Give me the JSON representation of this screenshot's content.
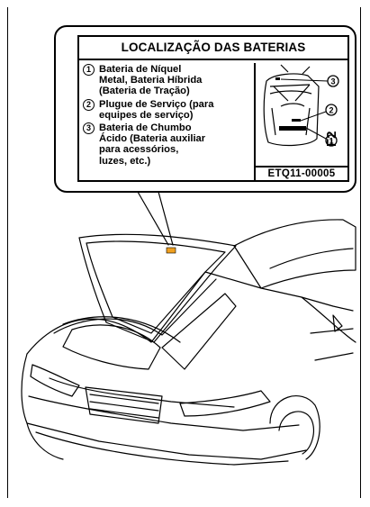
{
  "label": {
    "title": "LOCALIZAÇÃO DAS BATERIAS",
    "items": [
      {
        "num": "1",
        "text": "Bateria de Níquel\nMetal, Bateria Híbrida\n(Bateria de Tração)"
      },
      {
        "num": "2",
        "text": "Plugue de Serviço (para\nequipes de serviço)"
      },
      {
        "num": "3",
        "text": "Bateria de Chumbo\nÁcido (Bateria auxiliar\npara acessórios,\nluzes, etc.)"
      }
    ],
    "diagram_markers": [
      "3",
      "2",
      "1"
    ],
    "code": "ETQ11-00005",
    "side_code": "F2"
  },
  "colors": {
    "line": "#000000",
    "label_marker": "#f0a020",
    "background": "#ffffff"
  }
}
